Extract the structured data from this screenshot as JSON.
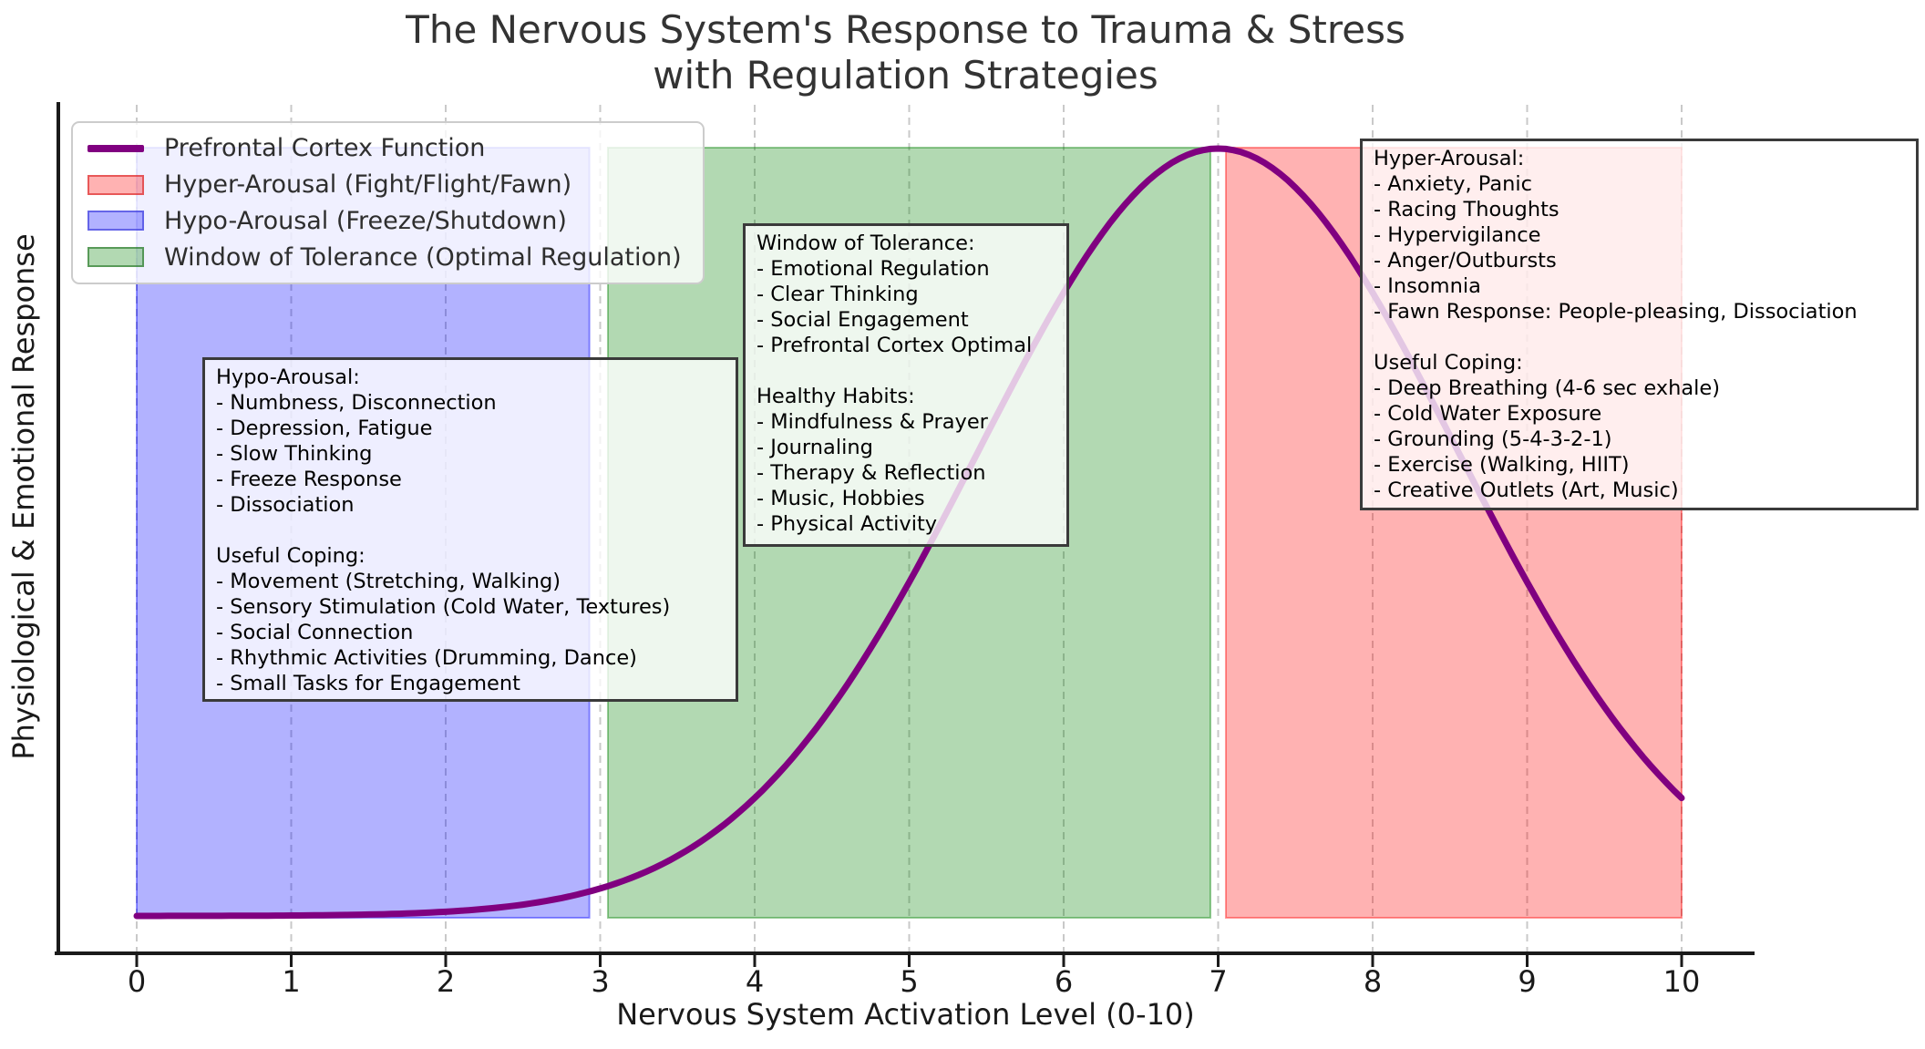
{
  "title": {
    "line1": "The Nervous System's Response to Trauma & Stress",
    "line2": "with Regulation Strategies"
  },
  "axes": {
    "xlabel": "Nervous System Activation Level (0-10)",
    "ylabel": "Physiological & Emotional Response",
    "x_ticks": [
      "0",
      "1",
      "2",
      "3",
      "4",
      "5",
      "6",
      "7",
      "8",
      "9",
      "10"
    ]
  },
  "legend": {
    "items": [
      {
        "label": "Prefrontal Cortex Function",
        "type": "line",
        "color": "#800080"
      },
      {
        "label": "Hyper-Arousal (Fight/Flight/Fawn)",
        "type": "patch",
        "fill": "rgba(255,0,0,0.30)",
        "edge": "rgba(220,40,40,0.65)"
      },
      {
        "label": "Hypo-Arousal (Freeze/Shutdown)",
        "type": "patch",
        "fill": "rgba(0,0,255,0.30)",
        "edge": "rgba(60,60,220,0.65)"
      },
      {
        "label": "Window of Tolerance (Optimal Regulation)",
        "type": "patch",
        "fill": "rgba(0,128,0,0.30)",
        "edge": "rgba(40,120,40,0.65)"
      }
    ]
  },
  "annotations": {
    "hypo": {
      "lines": [
        "Hypo-Arousal:",
        "- Numbness, Disconnection",
        "- Depression, Fatigue",
        "- Slow Thinking",
        "- Freeze Response",
        "- Dissociation",
        "",
        "Useful Coping:",
        "- Movement (Stretching, Walking)",
        "- Sensory Stimulation (Cold Water, Textures)",
        "- Social Connection",
        "- Rhythmic Activities (Drumming, Dance)",
        "- Small Tasks for Engagement"
      ]
    },
    "window": {
      "lines": [
        "Window of Tolerance:",
        "- Emotional Regulation",
        "- Clear Thinking",
        "- Social Engagement",
        "- Prefrontal Cortex Optimal",
        "",
        "Healthy Habits:",
        "- Mindfulness & Prayer",
        "- Journaling",
        "- Therapy & Reflection",
        "- Music, Hobbies",
        "- Physical Activity"
      ]
    },
    "hyper": {
      "lines": [
        "Hyper-Arousal:",
        "- Anxiety, Panic",
        "- Racing Thoughts",
        "- Hypervigilance",
        "- Anger/Outbursts",
        "- Insomnia",
        "- Fawn Response: People-pleasing, Dissociation",
        "",
        "Useful Coping:",
        "- Deep Breathing (4-6 sec exhale)",
        "- Cold Water Exposure",
        "- Grounding (5-4-3-2-1)",
        "- Exercise (Walking, HIIT)",
        "- Creative Outlets (Art, Music)"
      ]
    }
  },
  "chart_data": {
    "type": "line",
    "title": "The Nervous System's Response to Trauma & Stress with Regulation Strategies",
    "xlabel": "Nervous System Activation Level (0-10)",
    "ylabel": "Physiological & Emotional Response",
    "xlim": [
      -0.5,
      10.5
    ],
    "x_ticks": [
      0,
      1,
      2,
      3,
      4,
      5,
      6,
      7,
      8,
      9,
      10
    ],
    "grid": "vertical-dashed",
    "grid_color": "#c9c9c9",
    "legend_position": "upper left",
    "series": [
      {
        "name": "Prefrontal Cortex Function",
        "color": "#800080",
        "shape": "gaussian",
        "center": 7,
        "sigma": 1.55,
        "x": [
          0,
          1,
          2,
          3,
          4,
          5,
          6,
          7,
          8,
          9,
          10
        ],
        "y": [
          0.0,
          0.001,
          0.006,
          0.036,
          0.154,
          0.435,
          0.812,
          1.0,
          0.812,
          0.435,
          0.154
        ]
      }
    ],
    "regions": [
      {
        "key": "hypo-arousal",
        "name": "Hypo-Arousal (Freeze/Shutdown)",
        "x_start": 0,
        "x_end": 2.93,
        "color": "rgba(0,0,255,0.30)",
        "edge": "rgba(0,0,255,0.40)"
      },
      {
        "key": "window-of-tolerance",
        "name": "Window of Tolerance (Optimal Regulation)",
        "x_start": 3.05,
        "x_end": 6.95,
        "color": "rgba(0,128,0,0.30)",
        "edge": "rgba(0,128,0,0.40)"
      },
      {
        "key": "hyper-arousal",
        "name": "Hyper-Arousal (Fight/Flight/Fawn)",
        "x_start": 7.05,
        "x_end": 10,
        "color": "rgba(255,0,0,0.30)",
        "edge": "rgba(255,0,0,0.40)"
      }
    ]
  }
}
